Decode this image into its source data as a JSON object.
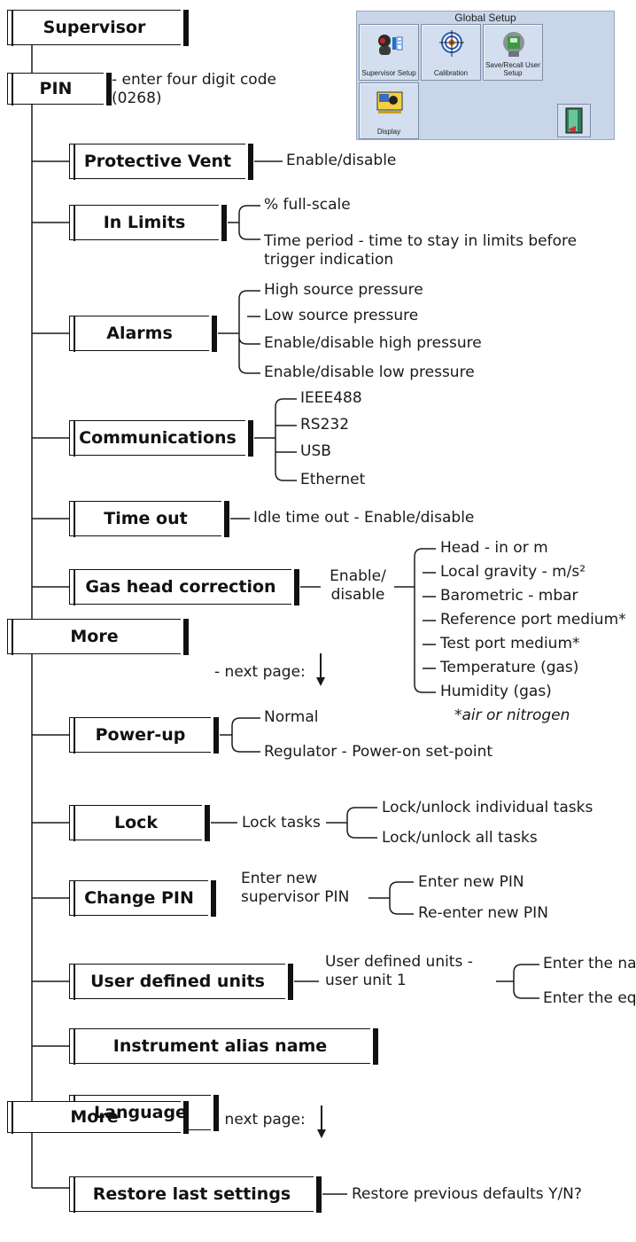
{
  "global_setup": {
    "title": "Global Setup",
    "buttons": [
      {
        "label": "Supervisor Setup",
        "icon": "supervisor-icon"
      },
      {
        "label": "Calibration",
        "icon": "calibration-target-icon"
      },
      {
        "label": "Save/Recall User Setup",
        "icon": "save-recall-icon"
      },
      {
        "label": "Display",
        "icon": "display-icon"
      }
    ],
    "exit_icon": "exit-door-icon"
  },
  "menu": {
    "supervisor": "Supervisor",
    "pin": "PIN",
    "pin_note": "- enter four digit code (0268)",
    "protective_vent": "Protective Vent",
    "protective_vent_opts": [
      "Enable/disable"
    ],
    "in_limits": "In Limits",
    "in_limits_opts": [
      "% full-scale",
      "Time period - time to stay in limits before trigger indication"
    ],
    "alarms": "Alarms",
    "alarms_opts": [
      "High source pressure",
      "Low source pressure",
      "Enable/disable high pressure",
      "Enable/disable low pressure"
    ],
    "communications": "Communications",
    "communications_opts": [
      "IEEE488",
      "RS232",
      "USB",
      "Ethernet"
    ],
    "time_out": "Time out",
    "time_out_opts": [
      "Idle time out - Enable/disable"
    ],
    "gas_head": "Gas head correction",
    "gas_head_mid": "Enable/ disable",
    "gas_head_opts": [
      "Head - in or m",
      "Local gravity - m/s²",
      "Barometric - mbar",
      "Reference port medium*",
      "Test port medium*",
      "Temperature (gas)",
      "Humidity (gas)"
    ],
    "gas_head_footnote": "*air or nitrogen",
    "more_1": "More",
    "more_1_note": "- next page:",
    "power_up": "Power-up",
    "power_up_opts": [
      "Normal",
      "Regulator - Power-on set-point"
    ],
    "lock": "Lock",
    "lock_mid": "Lock tasks",
    "lock_opts": [
      "Lock/unlock individual tasks",
      "Lock/unlock all tasks"
    ],
    "change_pin": "Change PIN",
    "change_pin_mid": "Enter new supervisor PIN",
    "change_pin_opts": [
      "Enter new PIN",
      "Re-enter new PIN"
    ],
    "user_units": "User defined units",
    "user_units_mid": "User defined units - user unit 1",
    "user_units_opts": [
      "Enter the na",
      "Enter the eq"
    ],
    "alias": "Instrument alias name",
    "language": "Language",
    "more_2": "More",
    "more_2_note": "- next page:",
    "restore": "Restore last settings",
    "restore_opts": [
      "Restore previous defaults Y/N?"
    ]
  }
}
